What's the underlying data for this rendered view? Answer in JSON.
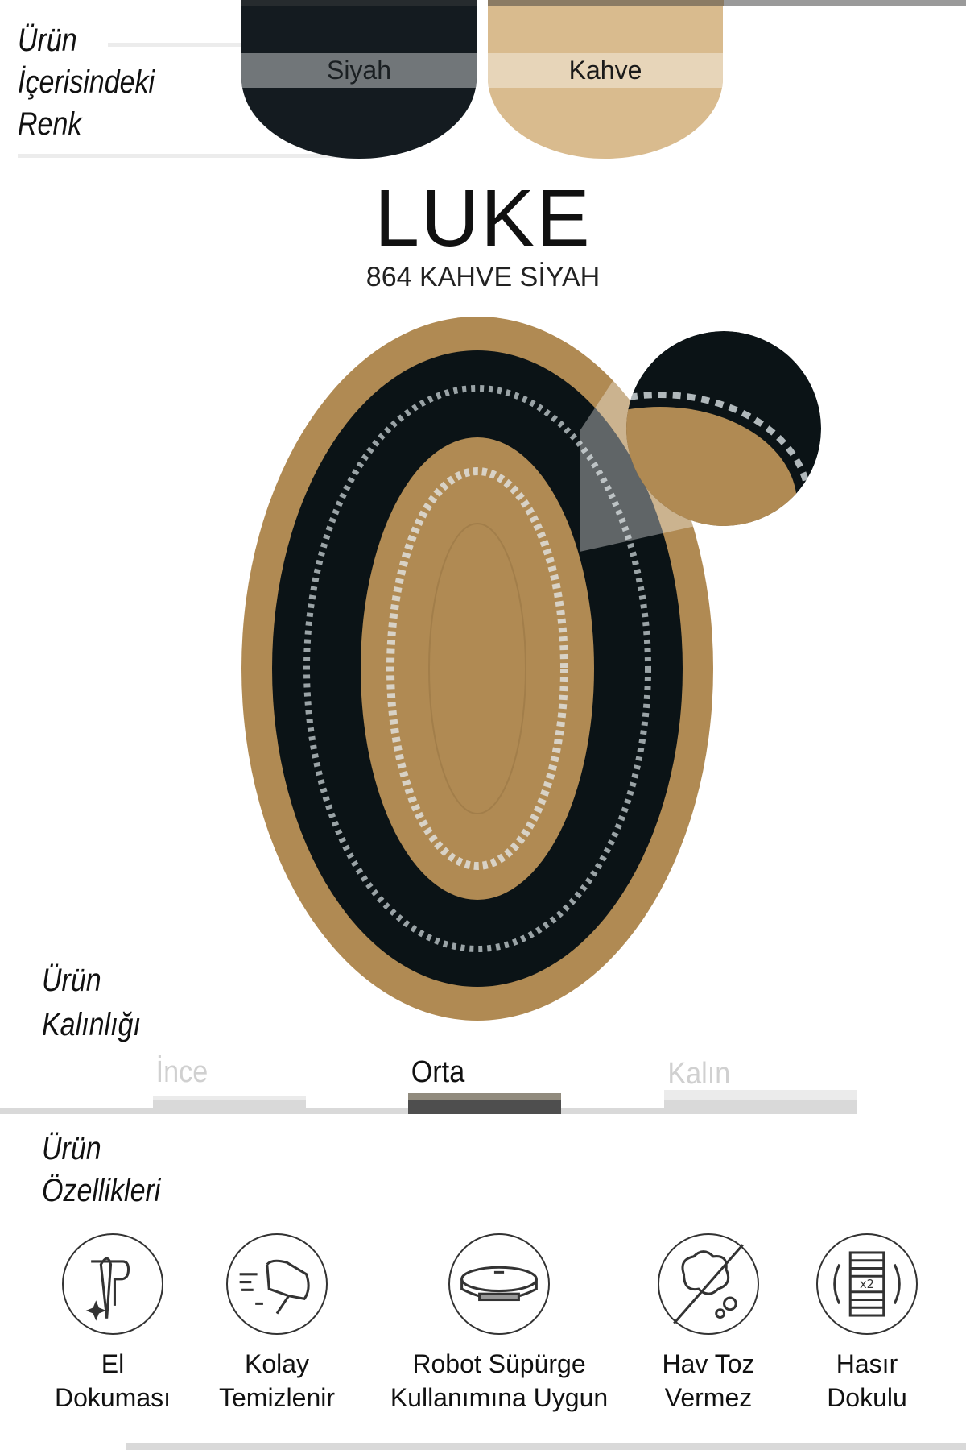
{
  "colors_section": {
    "title_lines": [
      "Ürün",
      "İçerisindeki",
      "Renk"
    ],
    "swatches": [
      {
        "label": "Siyah",
        "color": "#141b20"
      },
      {
        "label": "Kahve",
        "color": "#d9bb8e"
      }
    ]
  },
  "product": {
    "name": "LUKE",
    "code": "864 KAHVE SİYAH"
  },
  "thickness": {
    "title_lines": [
      "Ürün",
      "Kalınlığı"
    ],
    "options": [
      "İnce",
      "Orta",
      "Kalın"
    ],
    "selected": "Orta"
  },
  "features": {
    "title_lines": [
      "Ürün",
      "Özellikleri"
    ],
    "items": [
      {
        "icon": "needle-icon",
        "lines": [
          "El",
          "Dokuması"
        ]
      },
      {
        "icon": "hand-cleaning-icon",
        "lines": [
          "Kolay",
          "Temizlenir"
        ]
      },
      {
        "icon": "robot-vacuum-icon",
        "lines": [
          "Robot Süpürge",
          "Kullanımına Uygun"
        ]
      },
      {
        "icon": "no-dust-icon",
        "lines": [
          "Hav Toz",
          "Vermez"
        ]
      },
      {
        "icon": "woven-rug-icon",
        "lines": [
          "Hasır",
          "Dokulu"
        ]
      }
    ]
  }
}
